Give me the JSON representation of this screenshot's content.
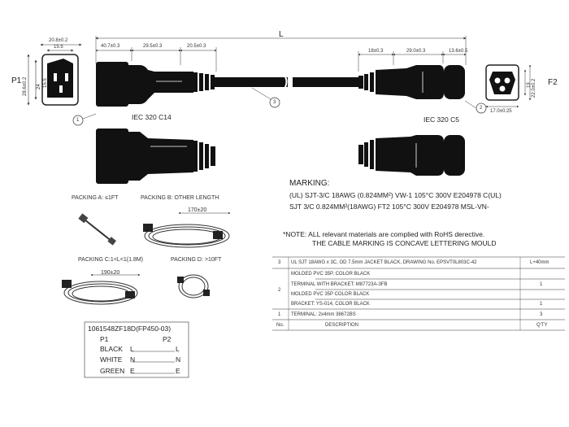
{
  "labels": {
    "p1": "P1",
    "f2": "F2",
    "length": "L",
    "c14": "IEC 320 C14",
    "c5": "IEC 320 C5",
    "callout_1": "1",
    "callout_2": "2",
    "callout_3": "3"
  },
  "dimensions": {
    "p1_width_top": "20.8±0.2",
    "p1_width_inner": "15.5",
    "p1_height": "28.6±0.2",
    "p1_height_inner1": "24",
    "p1_height_inner2": "15.5",
    "c14_seg1": "40.7±0.3",
    "c14_seg2": "29.5±0.3",
    "c14_seg3": "20.5±0.3",
    "c5_seg1": "18±0.3",
    "c5_seg2": "29.0±0.3",
    "c5_seg3": "13.6±0.5",
    "f2_height1": "19",
    "f2_height2": "22.0±0.2",
    "f2_width": "17.0±0.25"
  },
  "marking": {
    "title": "MARKING:",
    "line1": "(UL) SJT-3/C 18AWG (0.824MM²) VW-1 105°C 300V E204978 C(UL)",
    "line2": "SJT 3/C 0.824MM²(18AWG) FT2 105°C 300V E204978 MSL-VN-"
  },
  "note": {
    "line1": "*NOTE: ALL relevant materials are complied with RoHS derective.",
    "line2": "THE CABLE MARKING IS CONCAVE LETTERING MOULD"
  },
  "packing": {
    "a": "PACKING A: ≤1FT",
    "b": "PACKING B: OTHER LENGTH",
    "b_dim": "170±20",
    "c": "PACKING C:1<L<1(1.8M)",
    "d": "PACKING D: >10FT",
    "c_dim": "190±20"
  },
  "bom": {
    "rows": [
      {
        "no": "3",
        "desc": "UL SJT 18AWG x 3C, OD 7.5mm JACKET BLACK, DRAWING No. EPSVT0L803C-42",
        "qty": "L+40mm"
      },
      {
        "no": "",
        "desc": "MOLDED PVC 35P, COLOR BLACK",
        "qty": ""
      },
      {
        "no": "",
        "desc": "TERMINAL WITH BRACKET: M87723A-3FB",
        "qty": "1"
      },
      {
        "no": "2",
        "desc": "MOLDED PVC 35P COLOR BLACK",
        "qty": ""
      },
      {
        "no": "",
        "desc": "BRACKET: YS-014, COLOR BLACK",
        "qty": "1"
      },
      {
        "no": "1",
        "desc": "TERMINAL: 2x4mm  38672BS",
        "qty": "3"
      }
    ],
    "head_no": "No.",
    "head_desc": "DESCRIPTION",
    "head_qty": "Q'TY"
  },
  "wiring": {
    "part": "1061548ZF18D(FP450-03)",
    "p1": "P1",
    "p2": "P2",
    "rows": [
      {
        "name": "BLACK",
        "from": "L",
        "to": "L"
      },
      {
        "name": "WHITE",
        "from": "N",
        "to": "N"
      },
      {
        "name": "GREEN",
        "from": "E",
        "to": "E"
      }
    ]
  }
}
